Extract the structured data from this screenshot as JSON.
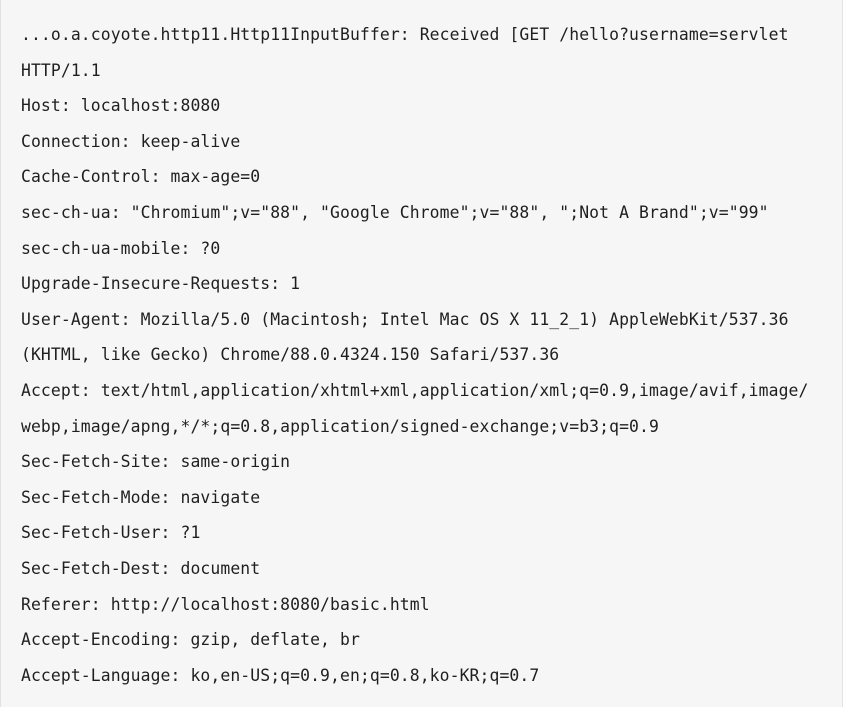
{
  "code_block": {
    "lines": [
      "...o.a.coyote.http11.Http11InputBuffer: Received [GET /hello?username=servlet",
      "HTTP/1.1",
      "Host: localhost:8080",
      "Connection: keep-alive",
      "Cache-Control: max-age=0",
      "sec-ch-ua: \"Chromium\";v=\"88\", \"Google Chrome\";v=\"88\", \";Not A Brand\";v=\"99\"",
      "sec-ch-ua-mobile: ?0",
      "Upgrade-Insecure-Requests: 1",
      "User-Agent: Mozilla/5.0 (Macintosh; Intel Mac OS X 11_2_1) AppleWebKit/537.36",
      "(KHTML, like Gecko) Chrome/88.0.4324.150 Safari/537.36",
      "Accept: text/html,application/xhtml+xml,application/xml;q=0.9,image/avif,image/",
      "webp,image/apng,*/*;q=0.8,application/signed-exchange;v=b3;q=0.9",
      "Sec-Fetch-Site: same-origin",
      "Sec-Fetch-Mode: navigate",
      "Sec-Fetch-User: ?1",
      "Sec-Fetch-Dest: document",
      "Referer: http://localhost:8080/basic.html",
      "Accept-Encoding: gzip, deflate, br",
      "Accept-Language: ko,en-US;q=0.9,en;q=0.8,ko-KR;q=0.7"
    ]
  }
}
